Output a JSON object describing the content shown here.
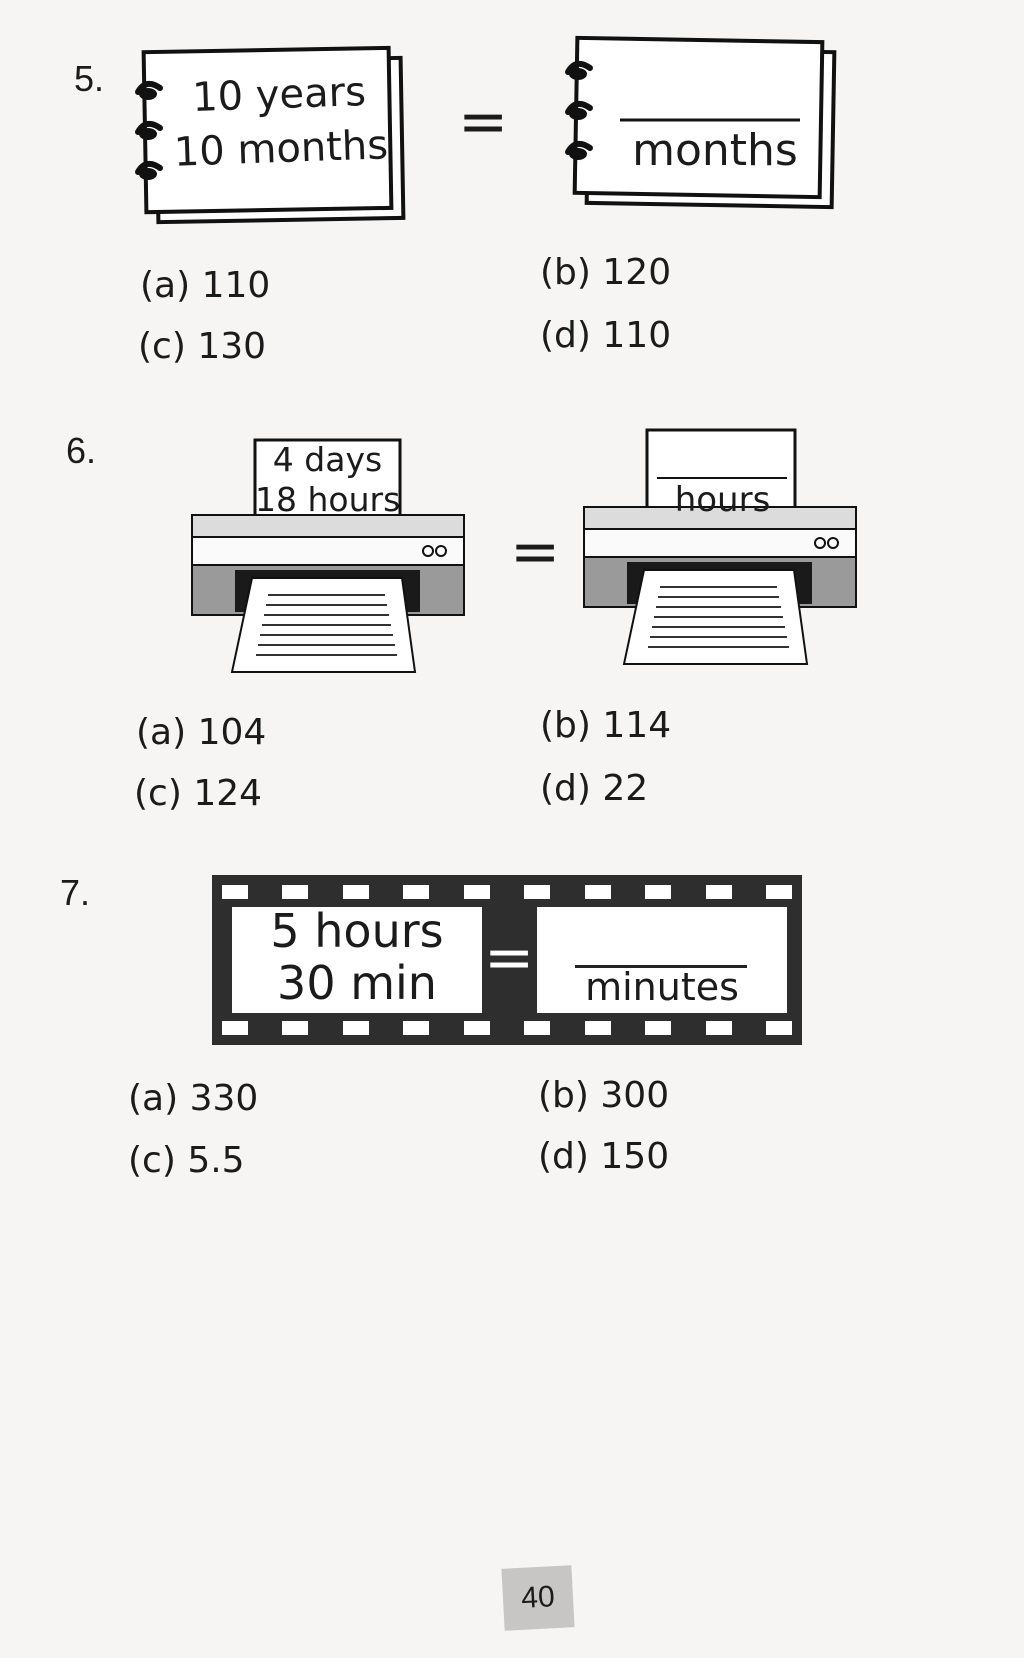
{
  "page_number": "40",
  "questions": [
    {
      "number": "5.",
      "left_line1": "10 years",
      "left_line2": "10 months",
      "equals": "=",
      "right_unit": "months",
      "options": {
        "a": "(a) 110",
        "b": "(b) 120",
        "c": "(c) 130",
        "d": "(d) 110"
      }
    },
    {
      "number": "6.",
      "left_line1": "4 days",
      "left_line2": "18 hours",
      "equals": "=",
      "right_unit": "hours",
      "options": {
        "a": "(a) 104",
        "b": "(b) 114",
        "c": "(c) 124",
        "d": "(d) 22"
      }
    },
    {
      "number": "7.",
      "left_line1": "5 hours",
      "left_line2": "30 min",
      "equals": "=",
      "right_unit": "minutes",
      "options": {
        "a": "(a) 330",
        "b": "(b) 300",
        "c": "(c) 5.5",
        "d": "(d) 150"
      }
    }
  ]
}
